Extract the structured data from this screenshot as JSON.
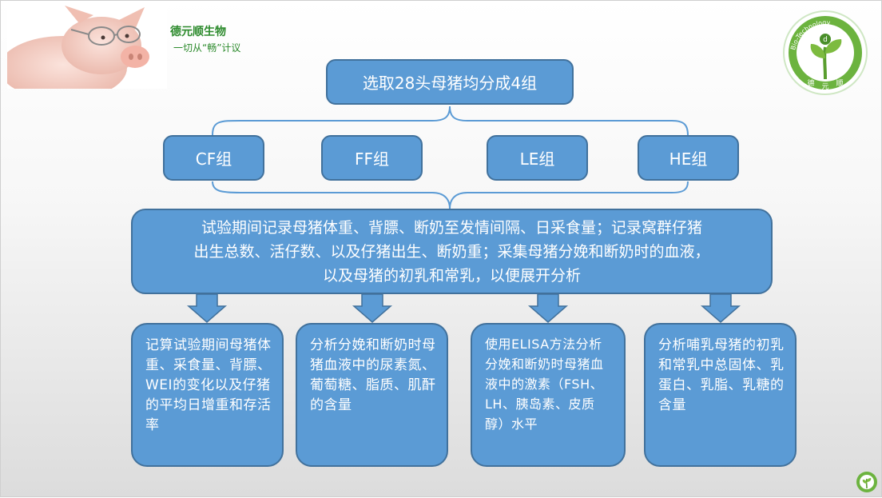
{
  "brand": {
    "name": "德元顺生物",
    "slogan": "一切从“畅”计议",
    "logo_label": "Bio-Technology",
    "logo_chars": [
      "德",
      "元",
      "顺"
    ]
  },
  "diagram": {
    "top": "选取28头母猪均分成4组",
    "groups": [
      "CF组",
      "FF组",
      "LE组",
      "HE组"
    ],
    "middle": [
      "试验期间记录母猪体重、背膘、断奶至发情间隔、日采食量；记录窝群仔猪",
      "出生总数、活仔数、以及仔猪出生、断奶重；采集母猪分娩和断奶时的血液，",
      "以及母猪的初乳和常乳，以便展开分析"
    ],
    "leaves": [
      "记算试验期间母猪体重、采食量、背膘、WEI的变化以及仔猪的平均日增重和存活率",
      "分析分娩和断奶时母猪血液中的尿素氮、葡萄糖、脂质、肌酐的含量",
      "使用ELISA方法分析分娩和断奶时母猪血液中的激素（FSH、LH、胰岛素、皮质醇）水平",
      "分析哺乳母猪的初乳和常乳中总固体、乳蛋白、乳脂、乳糖的含量"
    ]
  },
  "colors": {
    "box_fill": "#5b9bd5",
    "box_border": "#41719c",
    "brand_green": "#2c8a2c"
  }
}
